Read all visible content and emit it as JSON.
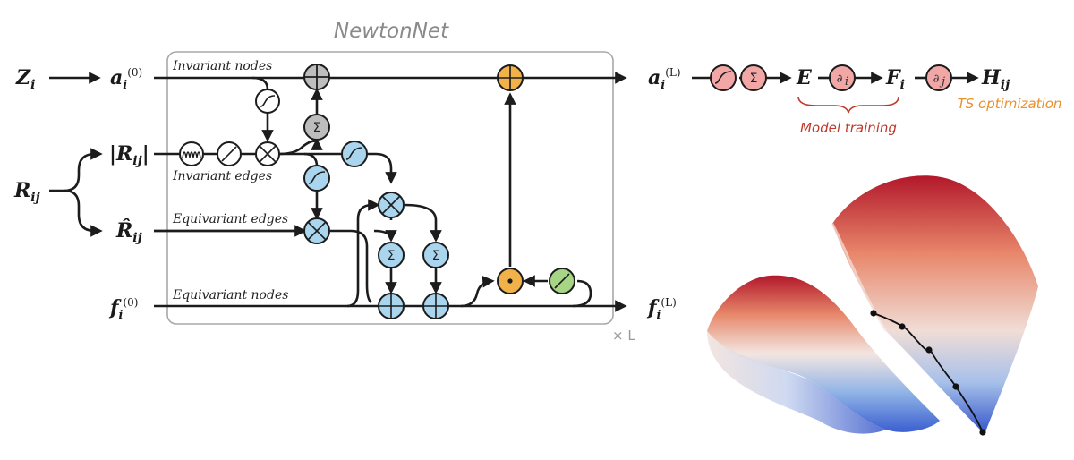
{
  "title": "NewtonNet",
  "repeat_label": "× L",
  "inputs": {
    "z": {
      "main": "Z",
      "sub": "i"
    },
    "r": {
      "main": "R",
      "sub": "ij"
    },
    "r_abs": {
      "main": "|R",
      "sub": "ij",
      "tail": "|"
    },
    "r_hat": {
      "main": "R̂",
      "sub": "ij"
    },
    "a0": {
      "main": "a",
      "sub": "i",
      "sup": "(0)"
    },
    "f0": {
      "main": "f",
      "sub": "i",
      "sup": "(0)"
    }
  },
  "outputs": {
    "aL": {
      "main": "a",
      "sub": "i",
      "sup": "(L)"
    },
    "fL": {
      "main": "f",
      "sub": "i",
      "sup": "(L)"
    },
    "E": "E",
    "F": {
      "main": "F",
      "sub": "i"
    },
    "H": {
      "main": "H",
      "sub": "ij"
    }
  },
  "stream_labels": {
    "invariant_nodes": "Invariant nodes",
    "invariant_edges": "Invariant edges",
    "equivariant_edges": "Equivariant edges",
    "equivariant_nodes": "Equivariant nodes"
  },
  "operators": {
    "partial_i": {
      "sym": "∂",
      "sub": "i"
    },
    "partial_j": {
      "sym": "∂",
      "sub": "j"
    }
  },
  "annotations": {
    "model_training": "Model training",
    "ts_optimization": "TS optimization"
  },
  "colors": {
    "blue_node": "#a9d6ee",
    "grey_node": "#bdbdbd",
    "orange_node": "#f2b24a",
    "green_node": "#a6d585",
    "pink_node": "#f2a7a7",
    "red_text": "#c0392b",
    "orange_text": "#e8912d"
  }
}
